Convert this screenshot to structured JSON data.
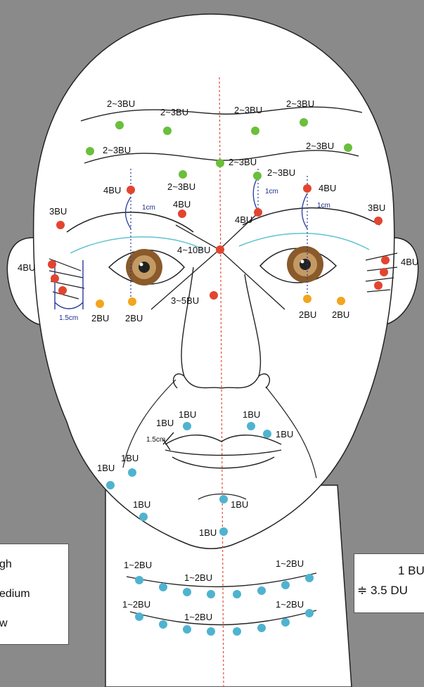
{
  "colors": {
    "background": "#8a8a8a",
    "face": "#ffffff",
    "high_dot": "#e2452f",
    "medium_dot": "#f2a51f",
    "low_dot": "#4fb3cf",
    "forehead_dot": "#6abf3b",
    "midline": "#e24a3a",
    "measure": "#2a3a9a",
    "brow_arc": "#5fc3cf"
  },
  "legend_left": {
    "high": "gh",
    "medium": "edium",
    "low": "w"
  },
  "legend_right": {
    "line1": "1 BU",
    "line2": "≑ 3.5 DU"
  },
  "labels": {
    "f1": "2~3BU",
    "f2": "2~3BU",
    "f3": "2~3BU",
    "f4": "2~3BU",
    "f5": "2~3BU",
    "f6": "2~3BU",
    "f7": "2~3BU",
    "f8": "2~3BU",
    "f9": "2~3BU",
    "brow_l": "4BU",
    "brow_l2": "4BU",
    "temple_l": "3BU",
    "brow_r": "4BU",
    "brow_r2": "4BU",
    "temple_r": "3BU",
    "cm_l": "1cm",
    "cm_r1": "1cm",
    "cm_r2": "1cm",
    "glabella": "4~10BU",
    "nose": "3~5BU",
    "ear_l": "4BU",
    "ear_r": "4BU",
    "cheek_l1": "2BU",
    "cheek_l2": "2BU",
    "cheek_r1": "2BU",
    "cheek_r2": "2BU",
    "eye_cm": "1.5cm",
    "lip1": "1BU",
    "lip2": "1BU",
    "lip3": "1BU",
    "lip4": "1BU",
    "lip_cm": "1.5cm",
    "mouth_l1": "1BU",
    "mouth_l2": "1BU",
    "chin1": "1BU",
    "chin2": "1BU",
    "chin3": "1BU",
    "neck1": "1~2BU",
    "neck2": "1~2BU",
    "neck3": "1~2BU",
    "neck4": "1~2BU",
    "neck5": "1~2BU",
    "neck6": "1~2BU"
  }
}
